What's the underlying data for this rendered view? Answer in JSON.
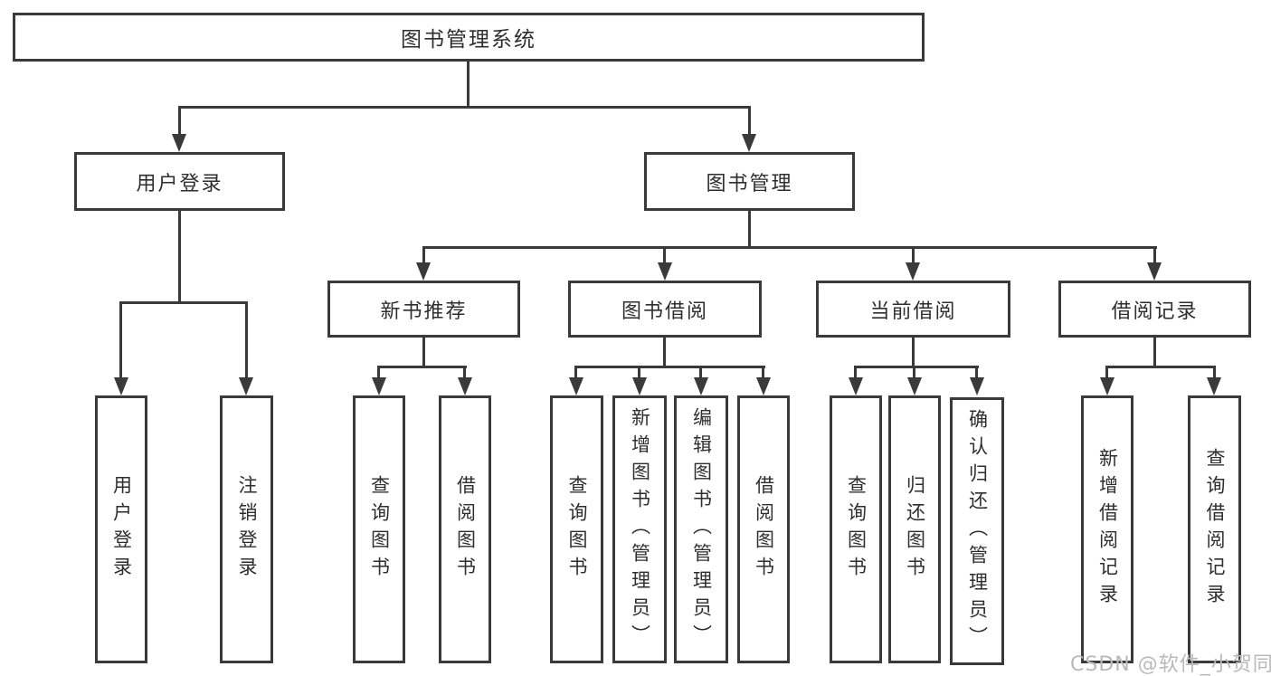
{
  "diagram": {
    "type": "hierarchy-tree",
    "title": "图书管理系统",
    "watermark": "CSDN @软件_小贺同学",
    "colors": {
      "line": "#3a3a3a",
      "text": "#2e2e2e",
      "watermark": "#b9b9b9",
      "background": "#ffffff"
    },
    "nodes": {
      "root": "图书管理系统",
      "login": "用户登录",
      "mgmt": "图书管理",
      "recommend": "新书推荐",
      "borrow": "图书借阅",
      "current": "当前借阅",
      "records": "借阅记录",
      "login_user": "用户登录",
      "login_logout": "注销登录",
      "recommend_query": "查询图书",
      "recommend_borrow": "借阅图书",
      "borrow_query": "查询图书",
      "borrow_add": "新增图书（管理员）",
      "borrow_edit": "编辑图书（管理员）",
      "borrow_borrow": "借阅图书",
      "current_query": "查询图书",
      "current_return": "归还图书",
      "current_confirm": "确认归还（管理员）",
      "records_add": "新增借阅记录",
      "records_query": "查询借阅记录"
    },
    "hierarchy": {
      "图书管理系统": {
        "用户登录": [
          "用户登录",
          "注销登录"
        ],
        "图书管理": {
          "新书推荐": [
            "查询图书",
            "借阅图书"
          ],
          "图书借阅": [
            "查询图书",
            "新增图书（管理员）",
            "编辑图书（管理员）",
            "借阅图书"
          ],
          "当前借阅": [
            "查询图书",
            "归还图书",
            "确认归还（管理员）"
          ],
          "借阅记录": [
            "新增借阅记录",
            "查询借阅记录"
          ]
        }
      }
    }
  }
}
